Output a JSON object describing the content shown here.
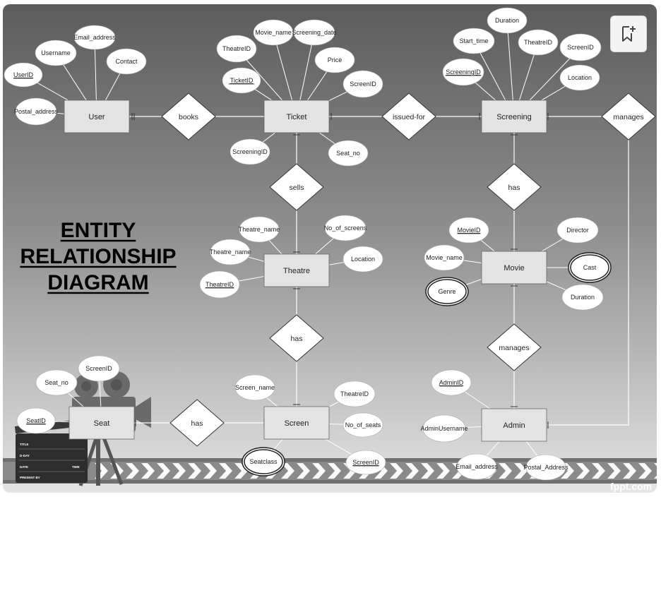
{
  "title_lines": [
    "ENTITY",
    "RELATIONSHIP",
    "DIAGRAM"
  ],
  "credit": "fppt.com",
  "bookmark_icon": "bookmark-add-icon",
  "colors": {
    "bg_top": "#5e5e5e",
    "bg_bottom": "#e2e2e2",
    "entity_fill": "#e3e3e3",
    "ellipse_fill": "#ffffff",
    "line": "#ffffff",
    "outline": "#555555"
  },
  "clapperboard": [
    "TITLE",
    "D-DAY",
    "DATE",
    "TIME",
    "PRESENT BY"
  ],
  "entities": [
    {
      "id": "User",
      "label": "User"
    },
    {
      "id": "Ticket",
      "label": "Ticket"
    },
    {
      "id": "Screening",
      "label": "Screening"
    },
    {
      "id": "Theatre",
      "label": "Theatre"
    },
    {
      "id": "Movie",
      "label": "Movie"
    },
    {
      "id": "Screen",
      "label": "Screen"
    },
    {
      "id": "Seat",
      "label": "Seat"
    },
    {
      "id": "Admin",
      "label": "Admin"
    }
  ],
  "relationships": [
    {
      "id": "books",
      "label": "books"
    },
    {
      "id": "issued-for",
      "label": "issued-for"
    },
    {
      "id": "manages-screening",
      "label": "manages"
    },
    {
      "id": "sells",
      "label": "sells"
    },
    {
      "id": "has-screening-movie",
      "label": "has"
    },
    {
      "id": "has-theatre-screen",
      "label": "has"
    },
    {
      "id": "manages-movie-admin",
      "label": "manages"
    },
    {
      "id": "has-seat-screen",
      "label": "has"
    }
  ],
  "attributes": [
    {
      "id": "a1",
      "label": "UserID",
      "key": true,
      "multi": false
    },
    {
      "id": "a2",
      "label": "Username",
      "key": false,
      "multi": false
    },
    {
      "id": "a3",
      "label": "Email_address",
      "key": false,
      "multi": false
    },
    {
      "id": "a4",
      "label": "Contact",
      "key": false,
      "multi": false
    },
    {
      "id": "a5",
      "label": "Postal_address",
      "key": false,
      "multi": false
    },
    {
      "id": "a6",
      "label": "TheatreID",
      "key": false,
      "multi": false
    },
    {
      "id": "a7",
      "label": "Movie_name",
      "key": false,
      "multi": false
    },
    {
      "id": "a8",
      "label": "Screening_date",
      "key": false,
      "multi": false
    },
    {
      "id": "a9",
      "label": "Price",
      "key": false,
      "multi": false
    },
    {
      "id": "a10",
      "label": "TicketID",
      "key": true,
      "multi": false
    },
    {
      "id": "a11",
      "label": "ScreenID",
      "key": false,
      "multi": false
    },
    {
      "id": "a12",
      "label": "ScreeningID",
      "key": false,
      "multi": false
    },
    {
      "id": "a13",
      "label": "Seat_no",
      "key": false,
      "multi": false
    },
    {
      "id": "a14",
      "label": "Duration",
      "key": false,
      "multi": false
    },
    {
      "id": "a15",
      "label": "Start_time",
      "key": false,
      "multi": false
    },
    {
      "id": "a16",
      "label": "TheatreID",
      "key": false,
      "multi": false
    },
    {
      "id": "a17",
      "label": "ScreenID",
      "key": false,
      "multi": false
    },
    {
      "id": "a18",
      "label": "ScreeningID",
      "key": true,
      "multi": false
    },
    {
      "id": "a19",
      "label": "Location",
      "key": false,
      "multi": false
    },
    {
      "id": "a20",
      "label": "Theatre_name",
      "key": false,
      "multi": false
    },
    {
      "id": "a21",
      "label": "No_of_screens",
      "key": false,
      "multi": false
    },
    {
      "id": "a22",
      "label": "Theatre_name",
      "key": false,
      "multi": false
    },
    {
      "id": "a23",
      "label": "Location",
      "key": false,
      "multi": false
    },
    {
      "id": "a24",
      "label": "TheatreID",
      "key": true,
      "multi": false
    },
    {
      "id": "a25",
      "label": "MovieID",
      "key": true,
      "multi": false
    },
    {
      "id": "a26",
      "label": "Director",
      "key": false,
      "multi": false
    },
    {
      "id": "a27",
      "label": "Movie_name",
      "key": false,
      "multi": false
    },
    {
      "id": "a28",
      "label": "Cast",
      "key": false,
      "multi": true
    },
    {
      "id": "a29",
      "label": "Genre",
      "key": false,
      "multi": true
    },
    {
      "id": "a30",
      "label": "Duration",
      "key": false,
      "multi": false
    },
    {
      "id": "a31",
      "label": "ScreenID",
      "key": false,
      "multi": false
    },
    {
      "id": "a32",
      "label": "Seat_no",
      "key": false,
      "multi": false
    },
    {
      "id": "a33",
      "label": "SeatID",
      "key": true,
      "multi": false
    },
    {
      "id": "a34",
      "label": "Screen_name",
      "key": false,
      "multi": false
    },
    {
      "id": "a35",
      "label": "TheatreID",
      "key": false,
      "multi": false
    },
    {
      "id": "a36",
      "label": "No_of_seats",
      "key": false,
      "multi": false
    },
    {
      "id": "a37",
      "label": "Seatclass",
      "key": false,
      "multi": true
    },
    {
      "id": "a38",
      "label": "ScreenID",
      "key": true,
      "multi": false
    },
    {
      "id": "a39",
      "label": "AdminID",
      "key": true,
      "multi": false
    },
    {
      "id": "a40",
      "label": "AdminUsername",
      "key": false,
      "multi": false
    },
    {
      "id": "a41",
      "label": "Email_address",
      "key": false,
      "multi": false
    },
    {
      "id": "a42",
      "label": "Postal_Address",
      "key": false,
      "multi": false
    }
  ]
}
